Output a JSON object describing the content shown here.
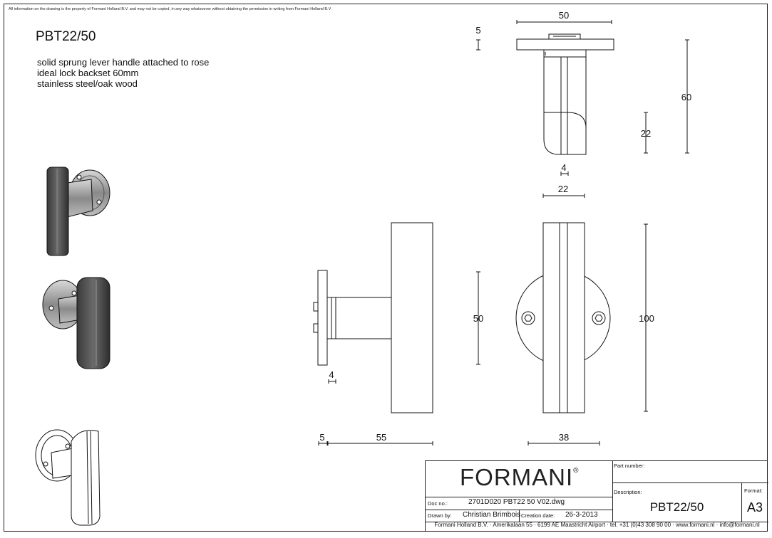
{
  "disclaimer": "All information on the drawing is the property of Formani Holland B.V. and may not be copied, in any way whatsoever without obtaining the permission in writing from Formani Holland B.V",
  "product_code": "PBT22/50",
  "description_lines": [
    "solid sprung lever handle attached to rose",
    "ideal lock backset 60mm",
    "stainless steel/oak wood"
  ],
  "dimensions": {
    "top_width": "50",
    "top_rose_thickness": "5",
    "top_height": "60",
    "top_grip": "22",
    "top_gap": "4",
    "front_width": "22",
    "side_rose_height": "50",
    "front_height": "100",
    "side_gap": "4",
    "side_rose_depth": "5",
    "side_length": "55",
    "front_rose_width": "38"
  },
  "title_block": {
    "logo": "FORMANI",
    "logo_mark": "®",
    "part_number_label": "Part number:",
    "description_label": "Description:",
    "format_label": "Format:",
    "description_value": "PBT22/50",
    "format_value": "A3",
    "doc_no_label": "Doc no.:",
    "doc_no_value": "2701D020 PBT22 50 V02.dwg",
    "drawn_by_label": "Drawn by:",
    "drawn_by_value": "Christian Brimbois",
    "creation_date_label": "Creation date:",
    "creation_date_value": "26-3-2013",
    "footer": "Formani Holland B.V. · Amerikalaan 55 · 6199 AE Maastricht Airport · tel. +31 (0)43 308 90 00 · www.formani.nl · info@formani.nl"
  }
}
